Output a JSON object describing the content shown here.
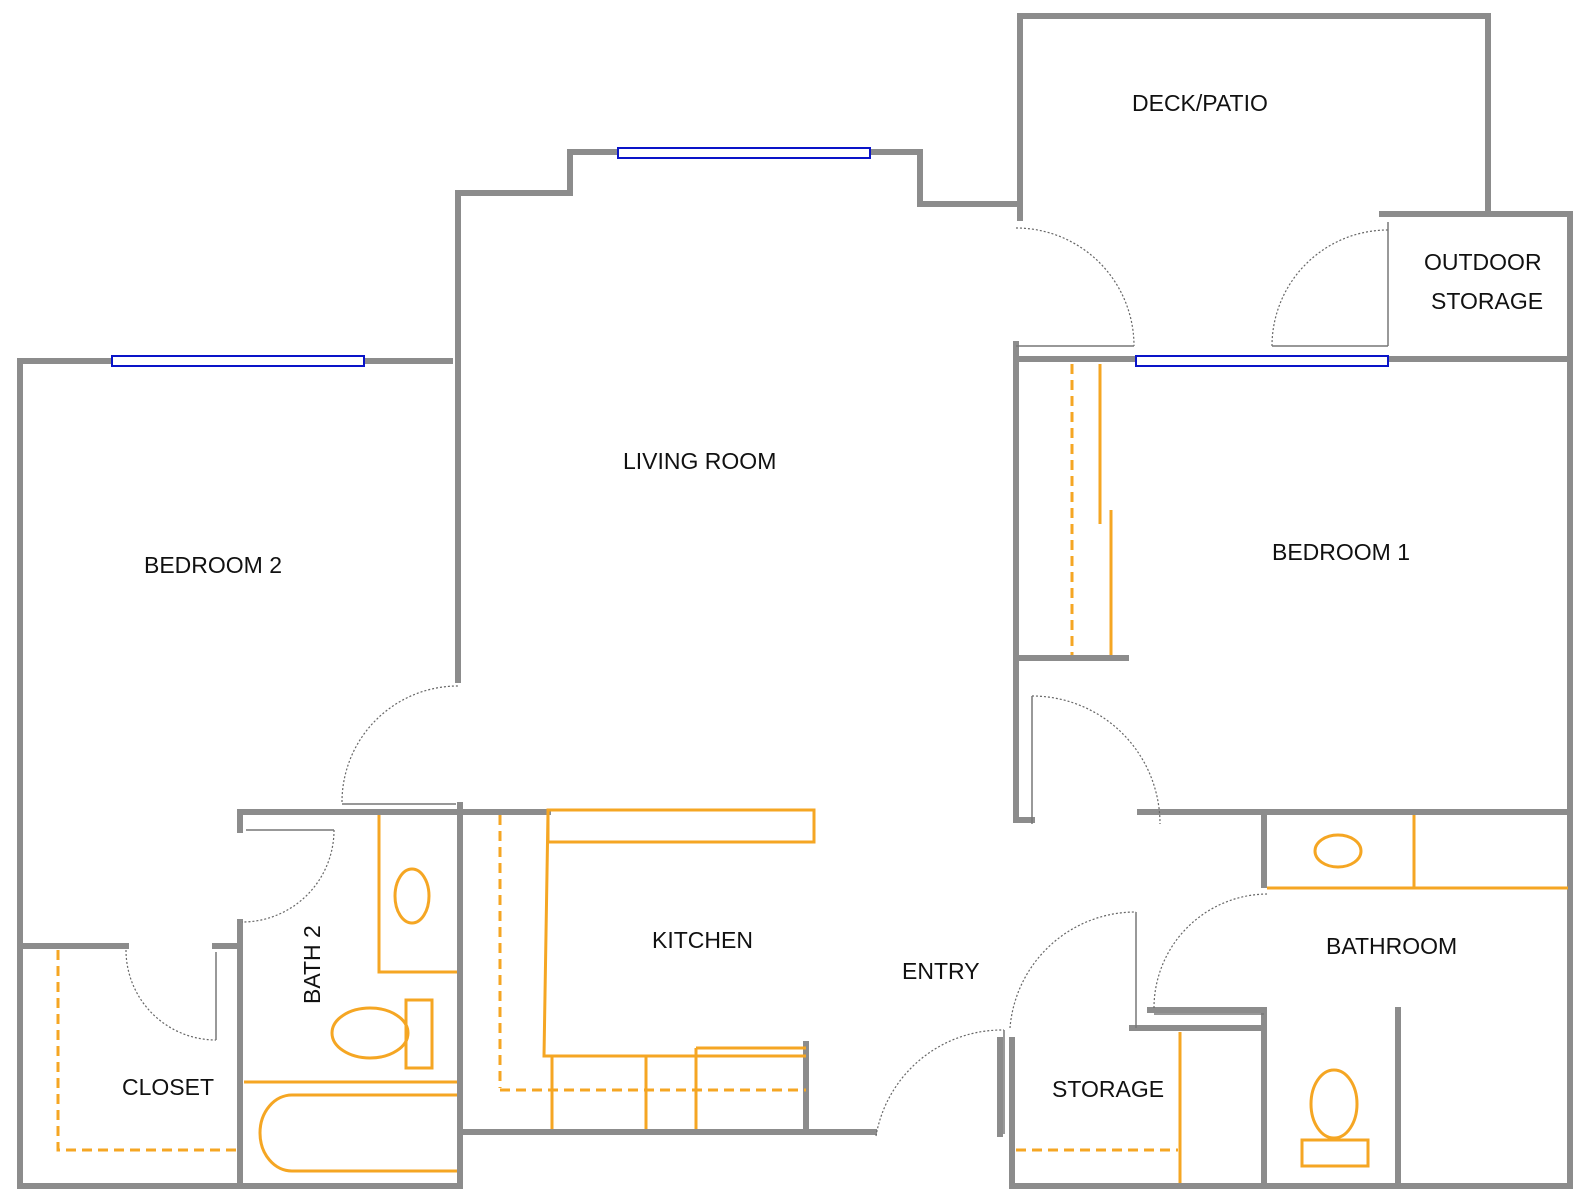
{
  "plan": {
    "rooms": {
      "deck": "DECK/PATIO",
      "outdoor_storage_1": "OUTDOOR",
      "outdoor_storage_2": "STORAGE",
      "living_room": "LIVING ROOM",
      "bedroom1": "BEDROOM 1",
      "bedroom2": "BEDROOM 2",
      "kitchen": "KITCHEN",
      "entry": "ENTRY",
      "bath2": "BATH 2",
      "closet": "CLOSET",
      "storage": "STORAGE",
      "bathroom": "BATHROOM"
    },
    "colors": {
      "walls": "#8c8c8c",
      "fixtures": "#f5a623",
      "windows": "#0a14c8",
      "doors": "#666666"
    }
  }
}
